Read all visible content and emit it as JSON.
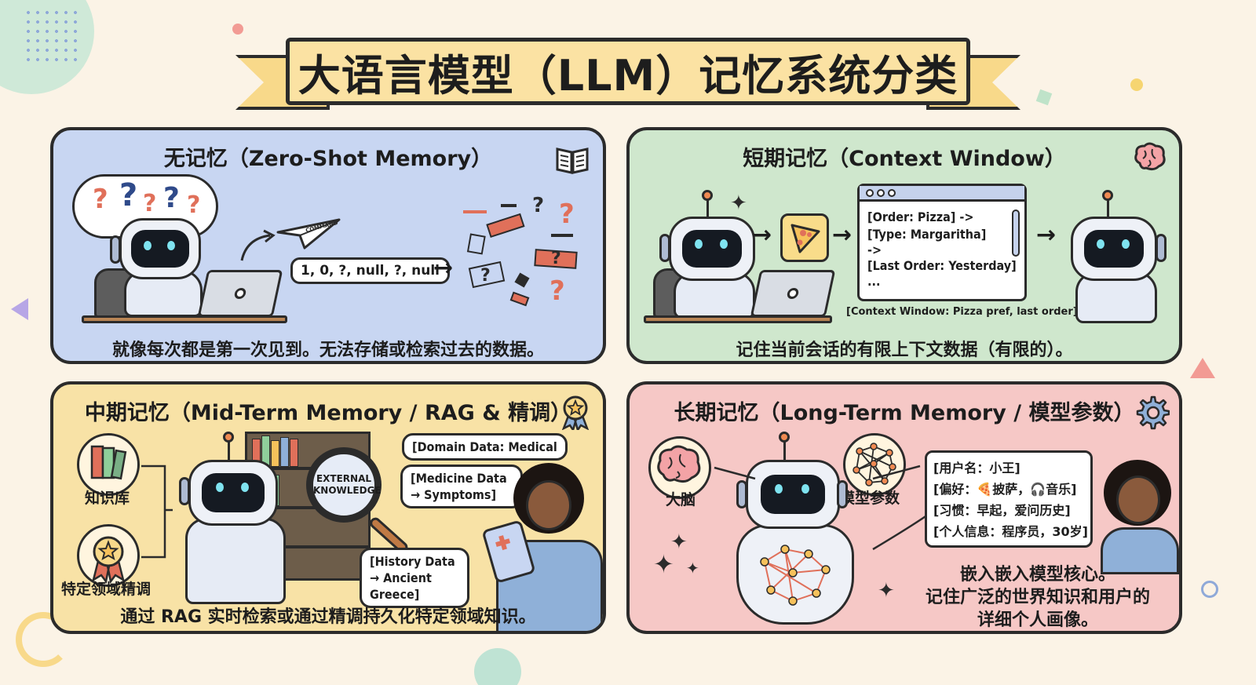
{
  "title": "大语言模型（LLM）记忆系统分类",
  "panels": {
    "zero_shot": {
      "title": "无记忆（Zero-Shot Memory）",
      "input_sequence": "1, 0, ?, null, ?, null",
      "command_label": "COMMAND",
      "caption": "就像每次都是第一次见到。无法存储或检索过去的数据。"
    },
    "short_term": {
      "title": "短期记忆（Context Window）",
      "context_lines": [
        "[Order: Pizza] ->",
        "[Type: Margaritha]",
        "->",
        "[Last Order: Yesterday]",
        "..."
      ],
      "context_label": "[Context Window: Pizza pref, last order]",
      "caption": "记住当前会话的有限上下文数据（有限的）。"
    },
    "mid_term": {
      "title": "中期记忆（Mid-Term Memory / RAG & 精调）",
      "knowledge_base_label": "知识库",
      "fine_tune_label": "特定领域精调",
      "magnifier_label": "EXTERNAL KNOWLEDGE",
      "bubbles": [
        "[Domain Data: Medical",
        "[Medicine Data → Symptoms]",
        "[History Data → Ancient Greece]"
      ],
      "caption": "通过 RAG 实时检索或通过精调持久化特定领域知识。"
    },
    "long_term": {
      "title": "长期记忆（Long-Term Memory / 模型参数）",
      "brain_label": "大脑",
      "params_label": "模型参数",
      "profile_lines": [
        "[用户名：小王]",
        "[偏好：🍕披萨，🎧音乐]",
        "[习惯：早起，爱问历史]",
        "[个人信息：程序员，30岁]"
      ],
      "caption_lines": [
        "嵌入嵌入模型核心。",
        "记住广泛的世界知识和用户的",
        "详细个人画像。"
      ]
    }
  },
  "colors": {
    "background": "#fbf3e6",
    "zero_shot_bg": "#c8d6f2",
    "short_term_bg": "#cfe7cd",
    "mid_term_bg": "#f8e2a6",
    "long_term_bg": "#f6c8c6",
    "ribbon": "#fbe2a3"
  }
}
